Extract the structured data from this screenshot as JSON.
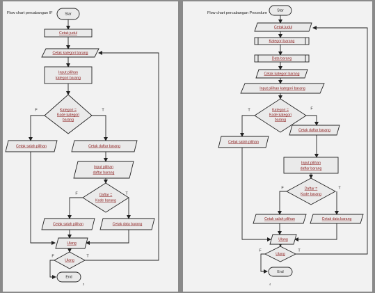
{
  "pages": {
    "left": {
      "title": "Flow chart percabangan IF",
      "page_number": "3"
    },
    "right": {
      "title": "Flow chart percabangan Procedure",
      "page_number": "4"
    }
  },
  "left_chart": {
    "start": "Star",
    "cetak_judul": "Cetak judul",
    "cetak_kategori_1": "Cetak kategori barang",
    "input_kategori_1": "Input pilihan",
    "input_kategori_2": "kategori barang",
    "kondisi_kategori_1": "Kategori =",
    "kondisi_kategori_2": "Kode kategori",
    "kondisi_kategori_3": "barang",
    "cetak_salah_1": "Cetak salah pilihan",
    "cetak_daftar_1": "Cetak daftar barang",
    "input_daftar_1": "Input pilihan",
    "input_daftar_2": "daftar barang",
    "kondisi_daftar_1": "Daftar =",
    "kondisi_daftar_2": "Kode barang",
    "cetak_salah_2": "Cetak salah pilihan",
    "cetak_data": "Cetak data barang",
    "ulang": "Ulang",
    "ulang_kondisi": "Ulang",
    "end": "End",
    "f": "F",
    "t": "T"
  },
  "right_chart": {
    "start": "Star",
    "cetak_judul": "Cetak judul",
    "kategori_barang": "Kategori barang",
    "data_barang": "Data barang",
    "cetak_kategori": "Cetak kategori barang",
    "input_kategori": "Input pilihan kategori barang",
    "kondisi_kategori_1": "Kategori =",
    "kondisi_kategori_2": "Kode kategori",
    "kondisi_kategori_3": "barang",
    "cetak_salah_1": "Cetak salah pilihan",
    "cetak_daftar": "Cetak daftar barang",
    "input_daftar_1": "Input pilihan",
    "input_daftar_2": "daftar barang",
    "kondisi_daftar_1": "Daftar =",
    "kondisi_daftar_2": "Kode barang",
    "cetak_salah_2": "Cetak salah pilihan",
    "cetak_data": "Cetak data barang",
    "ulang": "Ulang",
    "ulang_kondisi": "Ulang",
    "end": "End",
    "f": "F",
    "t": "T"
  }
}
